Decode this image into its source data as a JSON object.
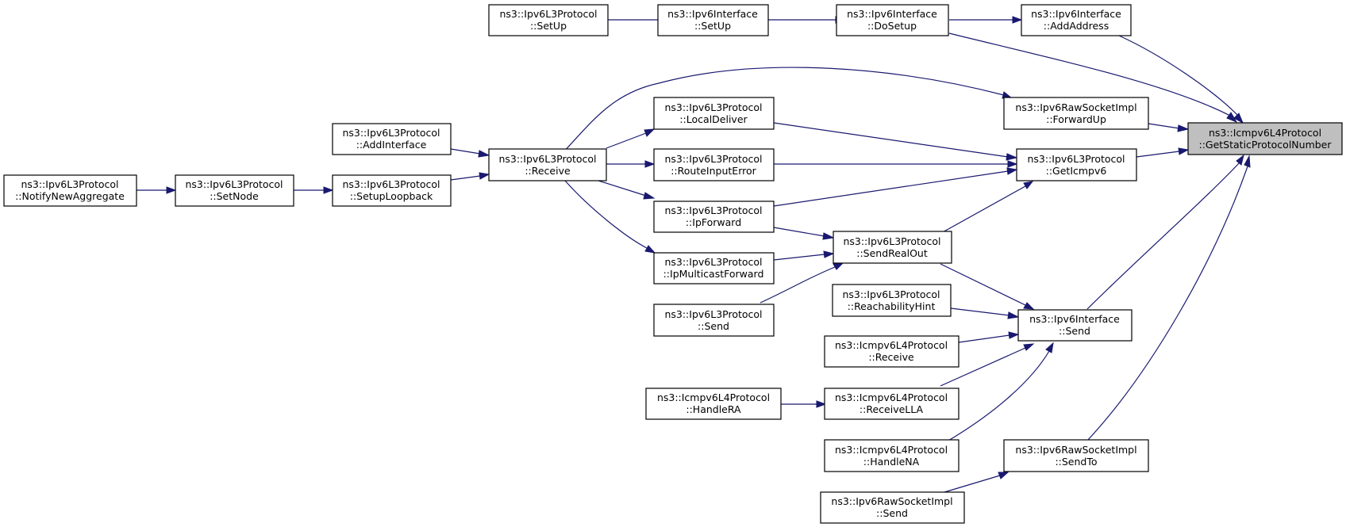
{
  "colors": {
    "edge": "#191970",
    "root_fill": "#bfbfbf",
    "node_fill": "#ffffff",
    "node_border": "#000000"
  },
  "nodes": {
    "root": {
      "line1": "ns3::Icmpv6L4Protocol",
      "line2": "::GetStaticProtocolNumber"
    },
    "l3_setup": {
      "line1": "ns3::Ipv6L3Protocol",
      "line2": "::SetUp"
    },
    "if_setup": {
      "line1": "ns3::Ipv6Interface",
      "line2": "::SetUp"
    },
    "if_dosetup": {
      "line1": "ns3::Ipv6Interface",
      "line2": "::DoSetup"
    },
    "if_addaddr": {
      "line1": "ns3::Ipv6Interface",
      "line2": "::AddAddress"
    },
    "raw_fwdup": {
      "line1": "ns3::Ipv6RawSocketImpl",
      "line2": "::ForwardUp"
    },
    "l3_localdeliver": {
      "line1": "ns3::Ipv6L3Protocol",
      "line2": "::LocalDeliver"
    },
    "l3_addiface": {
      "line1": "ns3::Ipv6L3Protocol",
      "line2": "::AddInterface"
    },
    "l3_receive": {
      "line1": "ns3::Ipv6L3Protocol",
      "line2": "::Receive"
    },
    "l3_routeerr": {
      "line1": "ns3::Ipv6L3Protocol",
      "line2": "::RouteInputError"
    },
    "l3_geticmp": {
      "line1": "ns3::Ipv6L3Protocol",
      "line2": "::GetIcmpv6"
    },
    "l3_notify": {
      "line1": "ns3::Ipv6L3Protocol",
      "line2": "::NotifyNewAggregate"
    },
    "l3_setnode": {
      "line1": "ns3::Ipv6L3Protocol",
      "line2": "::SetNode"
    },
    "l3_setuploop": {
      "line1": "ns3::Ipv6L3Protocol",
      "line2": "::SetupLoopback"
    },
    "l3_ipfwd": {
      "line1": "ns3::Ipv6L3Protocol",
      "line2": "::IpForward"
    },
    "l3_sendreal": {
      "line1": "ns3::Ipv6L3Protocol",
      "line2": "::SendRealOut"
    },
    "l3_ipmcast": {
      "line1": "ns3::Ipv6L3Protocol",
      "line2": "::IpMulticastForward"
    },
    "l3_send": {
      "line1": "ns3::Ipv6L3Protocol",
      "line2": "::Send"
    },
    "l3_reach": {
      "line1": "ns3::Ipv6L3Protocol",
      "line2": "::ReachabilityHint"
    },
    "if_send": {
      "line1": "ns3::Ipv6Interface",
      "line2": "::Send"
    },
    "icmp_receive": {
      "line1": "ns3::Icmpv6L4Protocol",
      "line2": "::Receive"
    },
    "icmp_handlera": {
      "line1": "ns3::Icmpv6L4Protocol",
      "line2": "::HandleRA"
    },
    "icmp_recvlla": {
      "line1": "ns3::Icmpv6L4Protocol",
      "line2": "::ReceiveLLA"
    },
    "icmp_handlena": {
      "line1": "ns3::Icmpv6L4Protocol",
      "line2": "::HandleNA"
    },
    "raw_sendto": {
      "line1": "ns3::Ipv6RawSocketImpl",
      "line2": "::SendTo"
    },
    "raw_send": {
      "line1": "ns3::Ipv6RawSocketImpl",
      "line2": "::Send"
    }
  }
}
